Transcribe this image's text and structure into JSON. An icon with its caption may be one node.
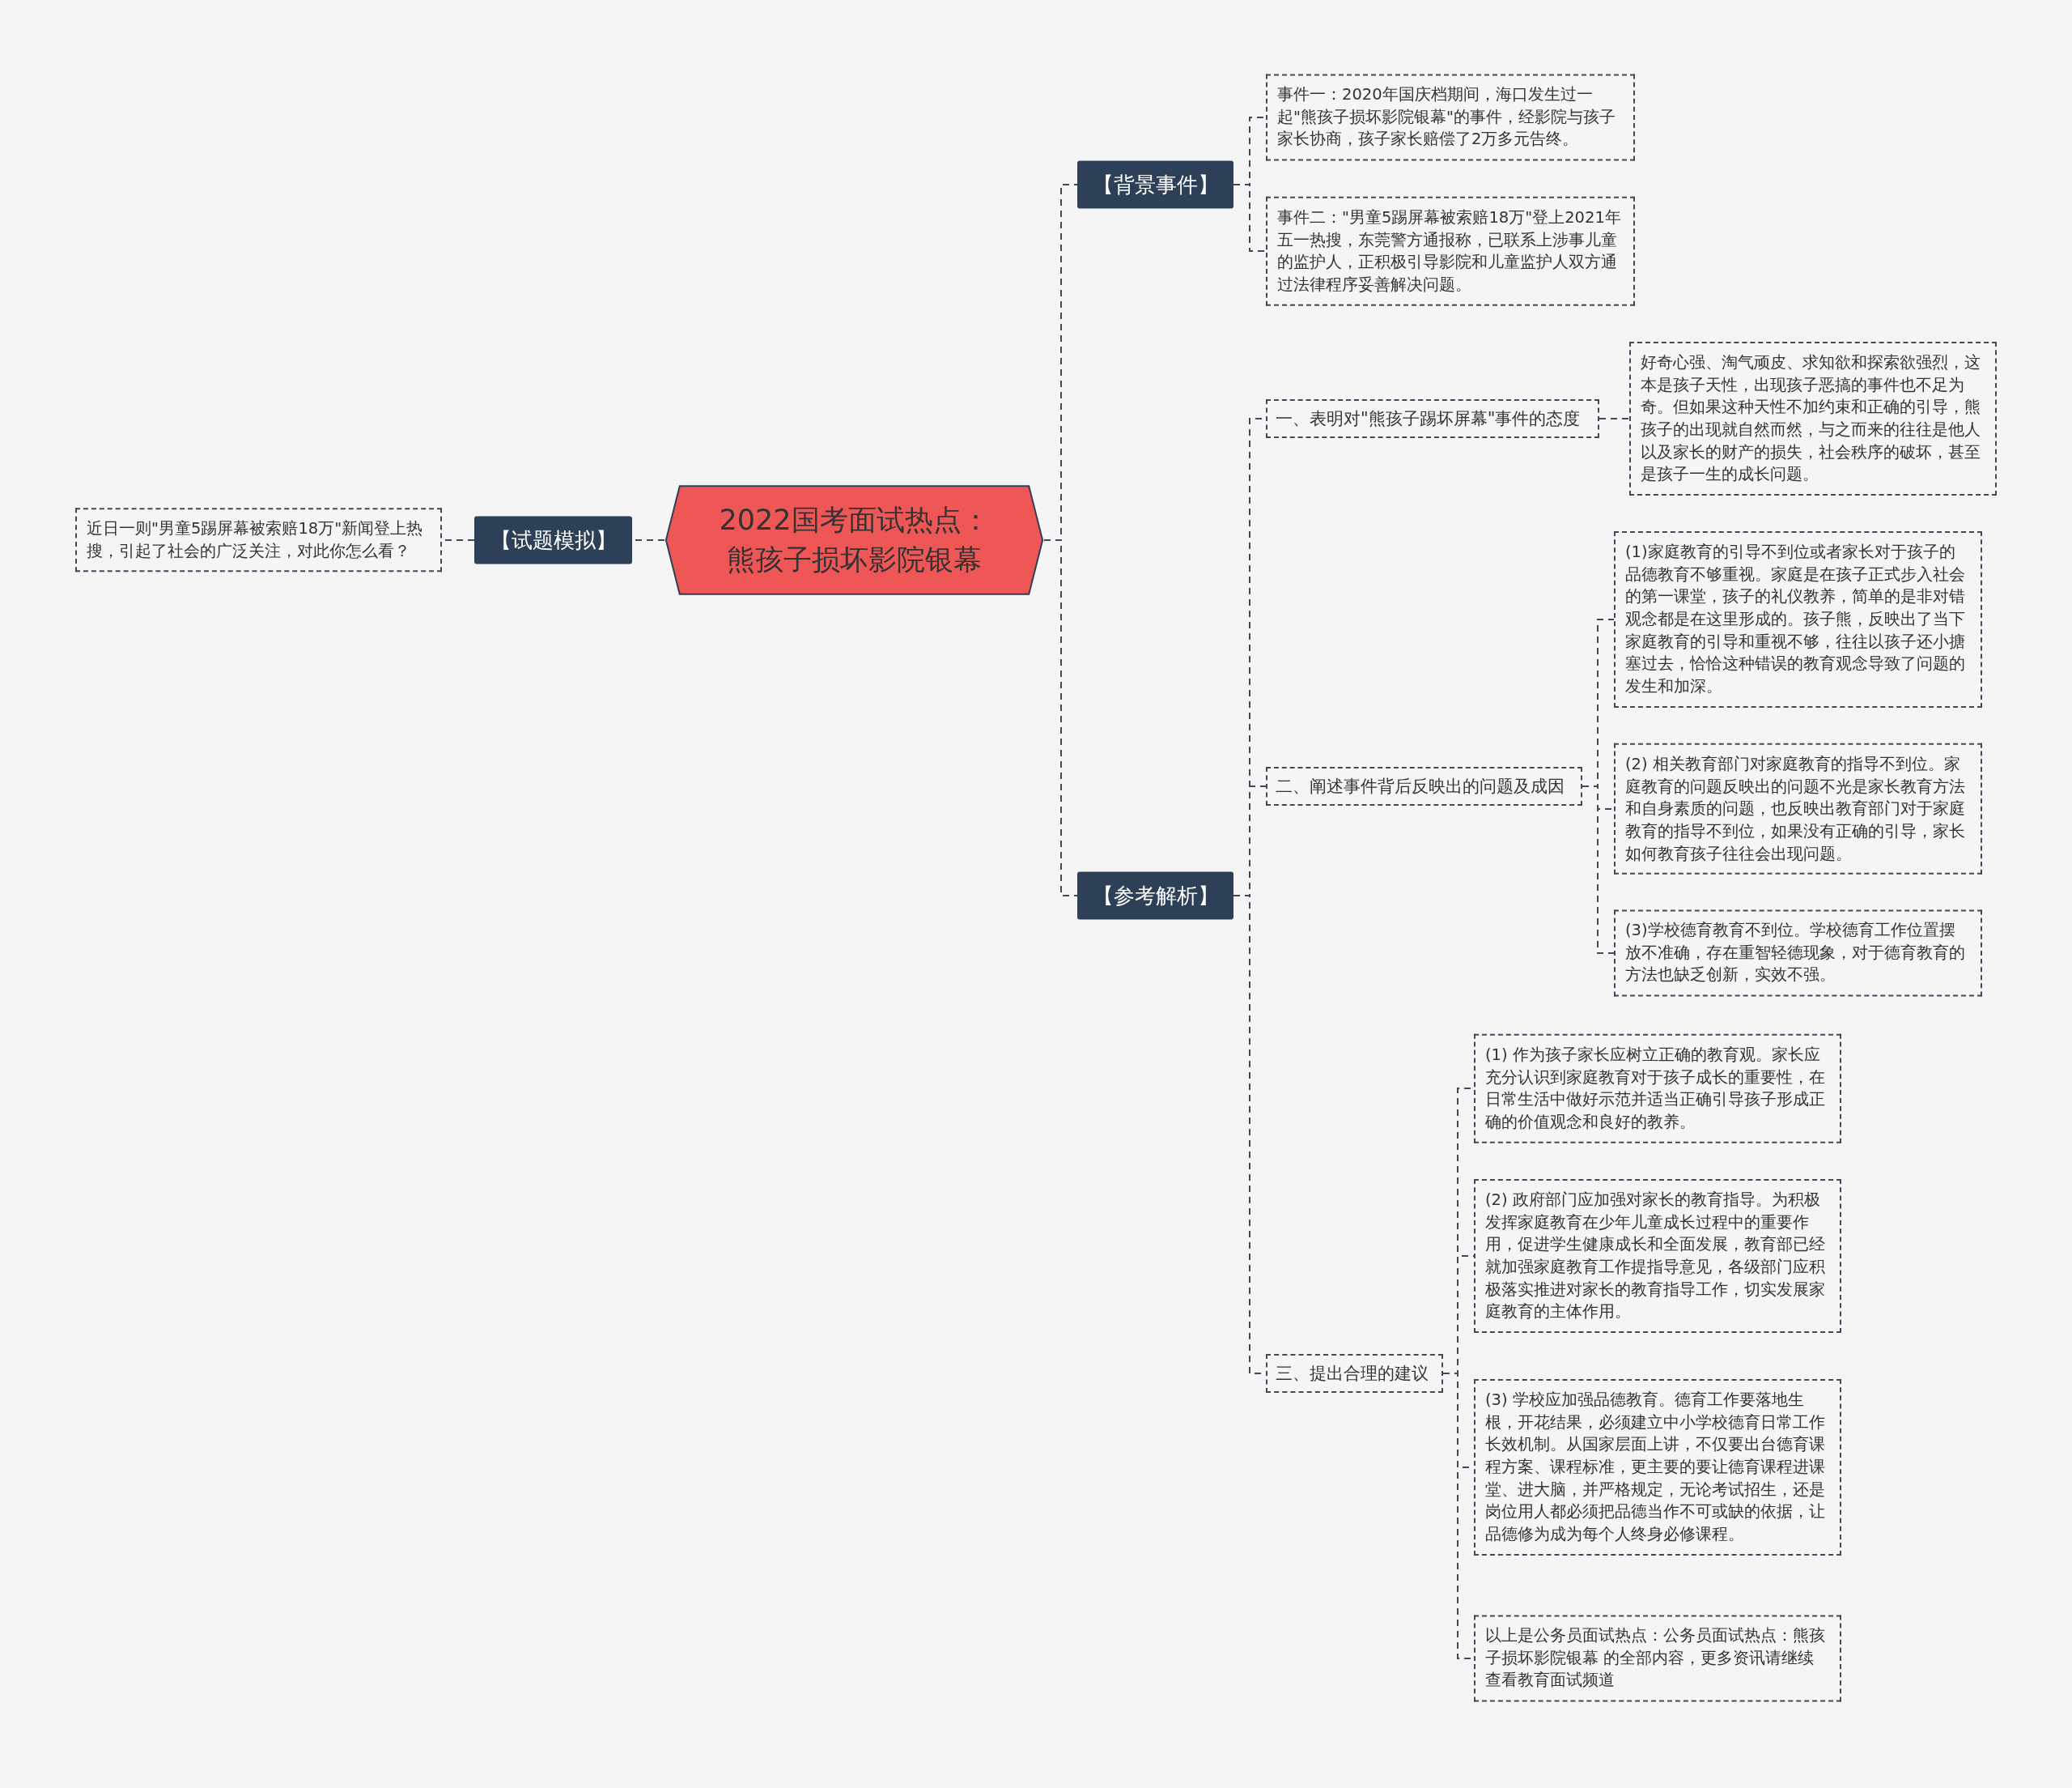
{
  "diagram": {
    "nodes": [
      {
        "text": [
          "2022国考面试热点：熊孩子损坏影院银幕"
        ]
      },
      {
        "text": [
          "【试题模拟】"
        ]
      },
      {
        "text": [
          "近日一则\"男童5踢屏幕被索赔18万\"新闻登上热搜，引起了社会的广泛关注，对此你怎么看？"
        ]
      },
      {
        "text": [
          "【背景事件】"
        ]
      },
      {
        "text": [
          "事件一：2020年国庆档期间，海口发生过一起\"熊孩子损坏影院银幕\"的事件，经影院与孩子家长协商，孩子家长赔偿了2万多元告终。"
        ]
      },
      {
        "text": [
          "事件二：\"男童5踢屏幕被索赔18万\"登上2021年五一热搜，东莞警方通报称，已联系上涉事儿童的监护人，正积极引导影院和儿童监护人双方通过法律程序妥善解决问题。"
        ]
      },
      {
        "text": [
          "【参考解析】"
        ]
      },
      {
        "text": [
          "一、表明对\"熊孩子踢坏屏幕\"事件的态度"
        ]
      },
      {
        "text": [
          "好奇心强、淘气顽皮、求知欲和探索欲强烈，这本是孩子天性，出现孩子恶搞的事件也不足为奇。但如果这种天性不加约束和正确的引导，熊孩子的出现就自然而然，与之而来的往往是他人以及家长的财产的损失，社会秩序的破坏，甚至是孩子一生的成长问题。"
        ]
      },
      {
        "text": [
          "二、阐述事件背后反映出的问题及成因"
        ]
      },
      {
        "text": [
          "(1)家庭教育的引导不到位或者家长对于孩子的品德教育不够重视。家庭是在孩子正式步入社会的第一课堂，孩子的礼仪教养，简单的是非对错观念都是在这里形成的。孩子熊，反映出了当下家庭教育的引导和重视不够，往往以孩子还小搪塞过去，恰恰这种错误的教育观念导致了问题的发生和加深。"
        ]
      },
      {
        "text": [
          "(2) 相关教育部门对家庭教育的指导不到位。家庭教育的问题反映出的问题不光是家长教育方法和自身素质的问题，也反映出教育部门对于家庭教育的指导不到位，如果没有正确的引导，家长如何教育孩子往往会出现问题。"
        ]
      },
      {
        "text": [
          "(3)学校德育教育不到位。学校德育工作位置摆放不准确，存在重智轻德现象，对于德育教育的方法也缺乏创新，实效不强。"
        ]
      },
      {
        "text": [
          "三、提出合理的建议"
        ]
      },
      {
        "text": [
          "(1) 作为孩子家长应树立正确的教育观。家长应充分认识到家庭教育对于孩子成长的重要性，在日常生活中做好示范并适当正确引导孩子形成正确的价值观念和良好的教养。"
        ]
      },
      {
        "text": [
          "(2) 政府部门应加强对家长的教育指导。为积极发挥家庭教育在少年儿童成长过程中的重要作用，促进学生健康成长和全面发展，教育部已经就加强家庭教育工作提指导意见，各级部门应积极落实推进对家长的教育指导工作，切实发展家庭教育的主体作用。"
        ]
      },
      {
        "text": [
          "(3) 学校应加强品德教育。德育工作要落地生根，开花结果，必须建立中小学校德育日常工作长效机制。从国家层面上讲，不仅要出台德育课程方案、课程标准，更主要的要让德育课程进课堂、进大脑，并严格规定，无论考试招生，还是岗位用人都必须把品德当作不可或缺的依据，让品德修为成为每个人终身必修课程。"
        ]
      },
      {
        "text": [
          "以上是公务员面试热点：公务员面试热点：熊孩子损坏影院银幕 的全部内容，更多资讯请继续查看教育面试频道"
        ]
      }
    ],
    "edges": [
      {
        "from": 0,
        "to": 1,
        "arrow": "none"
      },
      {
        "from": 1,
        "to": 2,
        "arrow": "none"
      },
      {
        "from": 0,
        "to": 3,
        "arrow": "none"
      },
      {
        "from": 3,
        "to": 4,
        "arrow": "none"
      },
      {
        "from": 3,
        "to": 5,
        "arrow": "none"
      },
      {
        "from": 0,
        "to": 6,
        "arrow": "none"
      },
      {
        "from": 6,
        "to": 7,
        "arrow": "none"
      },
      {
        "from": 7,
        "to": 8,
        "arrow": "none"
      },
      {
        "from": 6,
        "to": 9,
        "arrow": "none"
      },
      {
        "from": 9,
        "to": 10,
        "arrow": "none"
      },
      {
        "from": 9,
        "to": 11,
        "arrow": "none"
      },
      {
        "from": 9,
        "to": 12,
        "arrow": "none"
      },
      {
        "from": 6,
        "to": 13,
        "arrow": "none"
      },
      {
        "from": 13,
        "to": 14,
        "arrow": "none"
      },
      {
        "from": 13,
        "to": 15,
        "arrow": "none"
      },
      {
        "from": 13,
        "to": 16,
        "arrow": "none"
      },
      {
        "from": 13,
        "to": 17,
        "arrow": "none"
      }
    ]
  }
}
